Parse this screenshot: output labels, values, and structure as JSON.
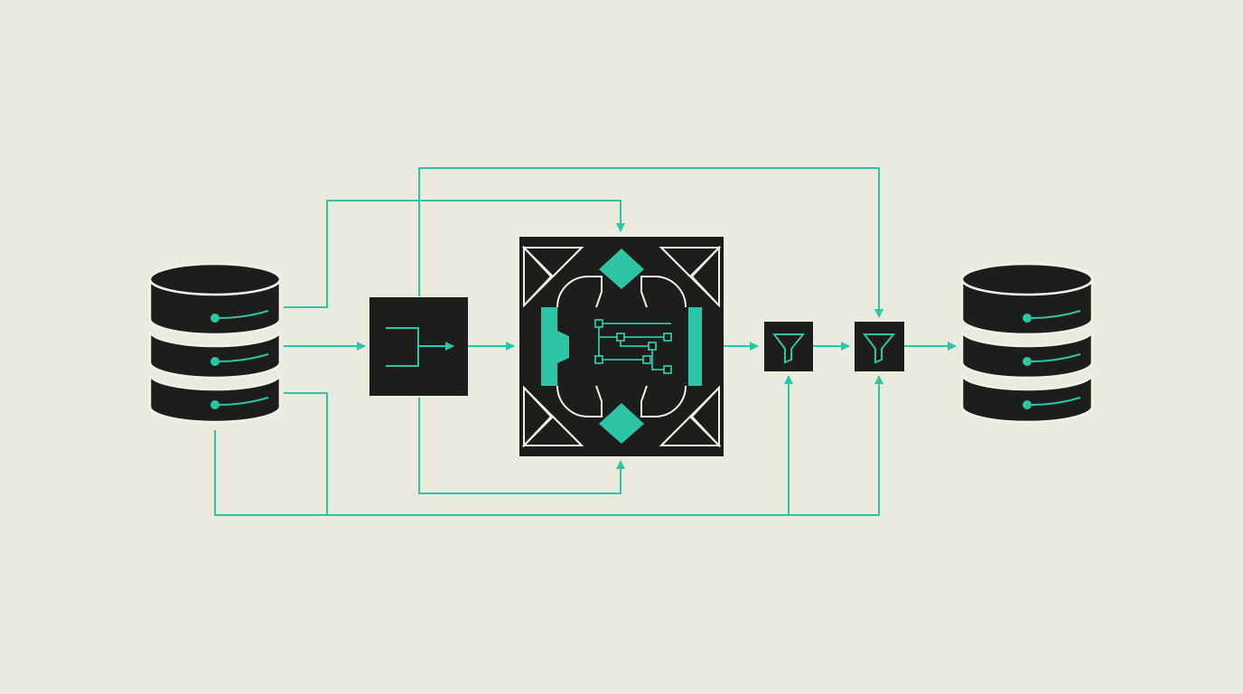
{
  "colors": {
    "background": "#EAEBDE",
    "node": "#1D1D1B",
    "accent": "#2EC4A6",
    "outline": "#F1F1E8"
  },
  "diagram": {
    "type": "data-pipeline",
    "nodes": [
      {
        "id": "source-database",
        "icon": "database-icon"
      },
      {
        "id": "router",
        "icon": "splitter-icon"
      },
      {
        "id": "processor",
        "icon": "circuit-chip-icon"
      },
      {
        "id": "filter-1",
        "icon": "funnel-icon"
      },
      {
        "id": "filter-2",
        "icon": "funnel-icon"
      },
      {
        "id": "target-database",
        "icon": "database-icon"
      }
    ],
    "connections": [
      {
        "from": "source-database",
        "to": "router"
      },
      {
        "from": "router",
        "to": "processor"
      },
      {
        "from": "processor",
        "to": "filter-1"
      },
      {
        "from": "filter-1",
        "to": "filter-2"
      },
      {
        "from": "filter-2",
        "to": "target-database"
      },
      {
        "from": "source-database",
        "to": "processor"
      },
      {
        "from": "router",
        "to": "processor"
      },
      {
        "from": "router",
        "to": "filter-2"
      },
      {
        "from": "source-database",
        "to": "filter-1"
      },
      {
        "from": "source-database",
        "to": "filter-2"
      }
    ]
  }
}
